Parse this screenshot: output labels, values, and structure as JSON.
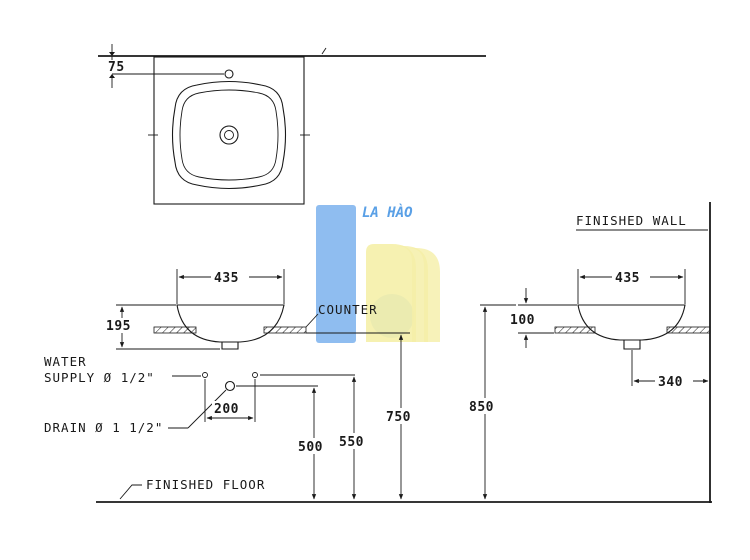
{
  "watermark": {
    "brand_text": "LA HÀO",
    "colors": {
      "blue": "#7fb2ea",
      "yellow": "#f3eca0"
    }
  },
  "top_view": {
    "dim_tap_offset": "75"
  },
  "front_view": {
    "dim_width": "435",
    "dim_bowl_height": "195",
    "counter_label": "COUNTER",
    "water_supply_label_line1": "WATER",
    "water_supply_label_line2": "SUPPLY Ø 1/2\"",
    "drain_label": "DRAIN Ø 1 1/2\"",
    "dim_supply_spacing": "200",
    "dim_supply_height": "500",
    "dim_drain_height": "550",
    "dim_counter_height": "750"
  },
  "side_view": {
    "finished_wall_label": "FINISHED WALL",
    "dim_width": "435",
    "dim_above_counter": "100",
    "dim_wall_offset": "340",
    "dim_rim_height": "850"
  },
  "floor": {
    "finished_floor_label": "FINISHED FLOOR"
  }
}
